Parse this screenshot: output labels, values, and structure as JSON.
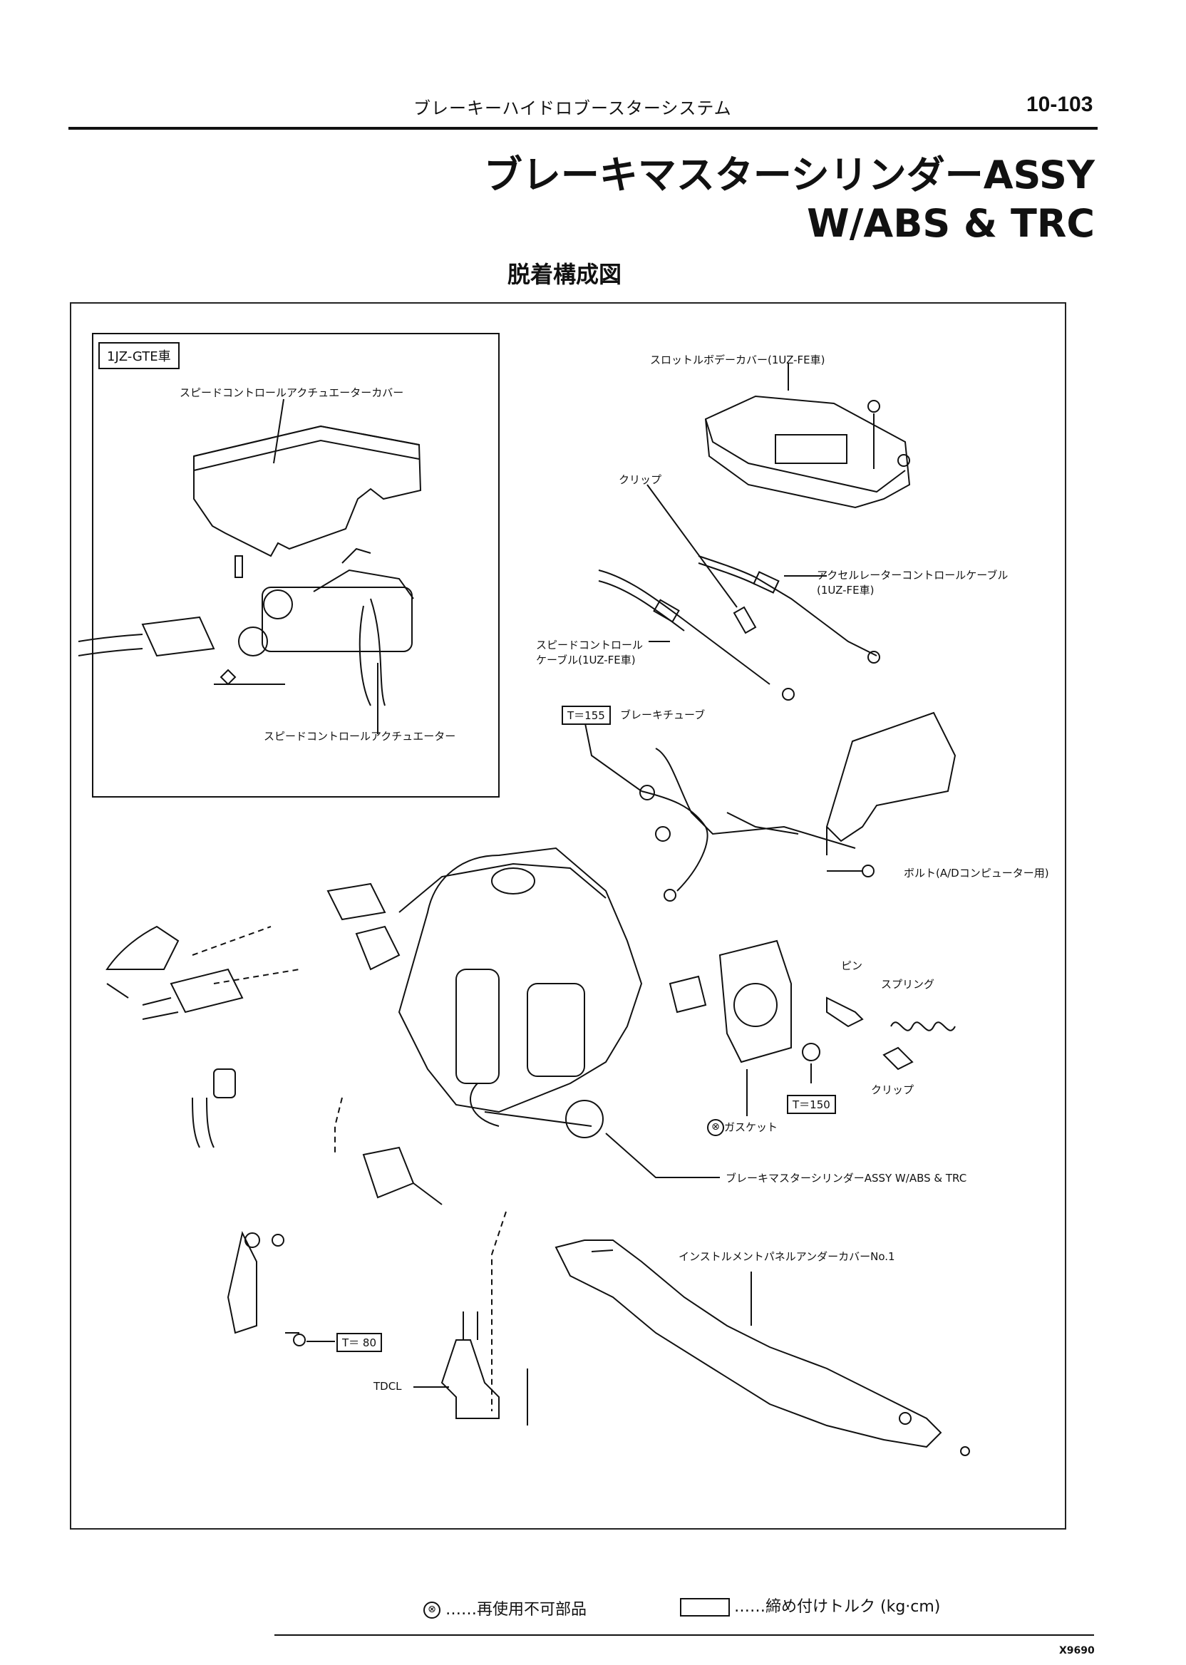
{
  "header": {
    "section_title": "ブレーキーハイドロブースターシステム",
    "page_number": "10-103"
  },
  "title": {
    "line1": "ブレーキマスターシリンダーASSY",
    "line2": "W/ABS & TRC",
    "subtitle": "脱着構成図"
  },
  "inset": {
    "tag": "1JZ-GTE車",
    "labels": {
      "actuator_cover": "スピードコントロールアクチュエーターカバー",
      "actuator": "スピードコントロールアクチュエーター"
    }
  },
  "labels": {
    "throttle_body_cover": "スロットルボデーカバー(1UZ-FE車)",
    "clip_top": "クリップ",
    "accel_cable": "アクセルレーターコントロールケーブル\n(1UZ-FE車)",
    "speed_cable": "スピードコントロール\nケーブル(1UZ-FE車)",
    "brake_tube": "ブレーキチューブ",
    "bolt_ad": "ボルト(A/Dコンピューター用)",
    "pin": "ピン",
    "spring": "スプリング",
    "clip_bottom": "クリップ",
    "gasket": "ガスケット",
    "master_cylinder": "ブレーキマスターシリンダーASSY W/ABS & TRC",
    "under_cover": "インストルメントパネルアンダーカバーNo.1",
    "tdcl": "TDCL"
  },
  "torques": {
    "brake_tube": "T＝155",
    "gasket": "T＝150",
    "bracket": "T＝ 80"
  },
  "legend": {
    "non_reusable_symbol": "⊗",
    "non_reusable": "……再使用不可部品",
    "torque": "……締め付けトルク (kg·cm)"
  },
  "figure_code": "X9690"
}
